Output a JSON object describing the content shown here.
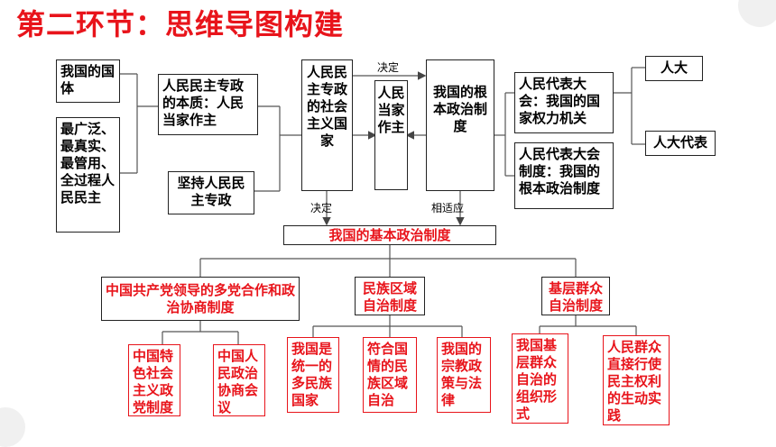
{
  "title": "第二环节：思维导图构建",
  "nodes": {
    "guoti": "我国的国体",
    "minzhu": "最广泛、最真实、最管用、全过程人民民主",
    "benzhi": "人民民主专政的本质：人民当家作主",
    "jianchi": "坚持人民民主专政",
    "shehui": "人民民主专政的社会主义国家",
    "dangjia": "人民当家作主",
    "genben": "我国的根本政治制度",
    "rendahui": "人民代表大会：我国的国家权力机关",
    "rendazhidu": "人民代表大会制度：我国的根本政治制度",
    "renda": "人大",
    "rendadaibiao": "人大代表",
    "jiben": "我国的基本政治制度",
    "duodang": "中国共产党领导的多党合作和政治协商制度",
    "minzu": "民族区域自治制度",
    "jiceng": "基层群众自治制度",
    "tese": "中国特色社会主义政党制度",
    "zhengxie": "中国人民政治协商会议",
    "tongyi": "我国是统一的多民族国家",
    "fuhe": "符合国情的民族区域自治",
    "zongjiao": "我国的宗教政策与法律",
    "zuzhi": "我国基层群众自治的组织形式",
    "shijian": "人民群众直接行使民主权利的生动实践"
  },
  "labels": {
    "jueding1": "决定",
    "jueding2": "决定",
    "xiangshiying": "相适应"
  }
}
